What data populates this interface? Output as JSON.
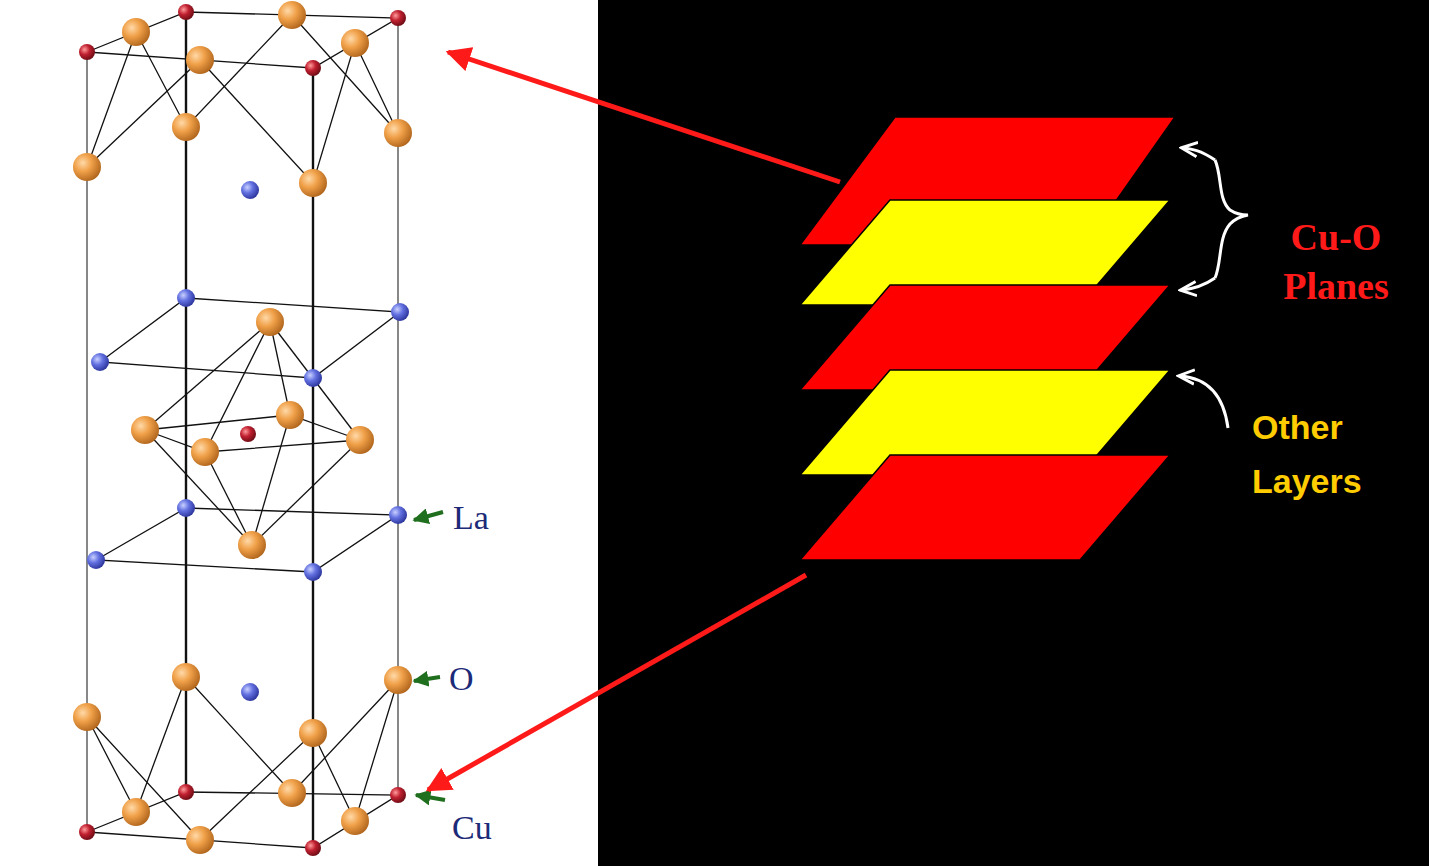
{
  "diagram": {
    "labels": [
      "La",
      "O",
      "Cu",
      "Cu-O Planes",
      "Other Layers"
    ]
  }
}
